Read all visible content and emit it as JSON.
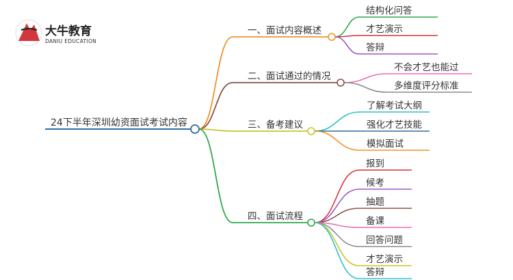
{
  "logo": {
    "name_cn": "大牛教育",
    "name_en": "DANIU EDUCATION",
    "colors": {
      "red": "#cc2127",
      "dark": "#222222"
    }
  },
  "mindmap": {
    "root": "24下半年深圳幼资面试考试内容",
    "root_color": "#2e6da4",
    "branches": [
      {
        "label": "一、面试内容概述",
        "color": "#f0922b",
        "children": [
          {
            "label": "结构化问答",
            "color": "#2aa84a"
          },
          {
            "label": "才艺演示",
            "color": "#d9303a"
          },
          {
            "label": "答辩",
            "color": "#9b59c4"
          }
        ]
      },
      {
        "label": "二、面试通过的情况",
        "color": "#8a5144",
        "children": [
          {
            "label": "不会才艺也能过",
            "color": "#e86fb2"
          },
          {
            "label": "多维度评分标准",
            "color": "#8c8c8c"
          }
        ]
      },
      {
        "label": "三、备考建议",
        "color": "#c9c42a",
        "children": [
          {
            "label": "了解考试大纲",
            "color": "#2bbfc9"
          },
          {
            "label": "强化才艺技能",
            "color": "#2e6da4"
          },
          {
            "label": "模拟面试",
            "color": "#f0922b"
          }
        ]
      },
      {
        "label": "四、面试流程",
        "color": "#2aa84a",
        "children": [
          {
            "label": "报到",
            "color": "#d9303a"
          },
          {
            "label": "候考",
            "color": "#9b59c4"
          },
          {
            "label": "抽题",
            "color": "#8a5144"
          },
          {
            "label": "备课",
            "color": "#e86fb2"
          },
          {
            "label": "回答问题",
            "color": "#8c8c8c"
          },
          {
            "label": "才艺演示",
            "color": "#c9c42a"
          },
          {
            "label": "答辩",
            "color": "#2bbfc9"
          }
        ]
      }
    ]
  }
}
